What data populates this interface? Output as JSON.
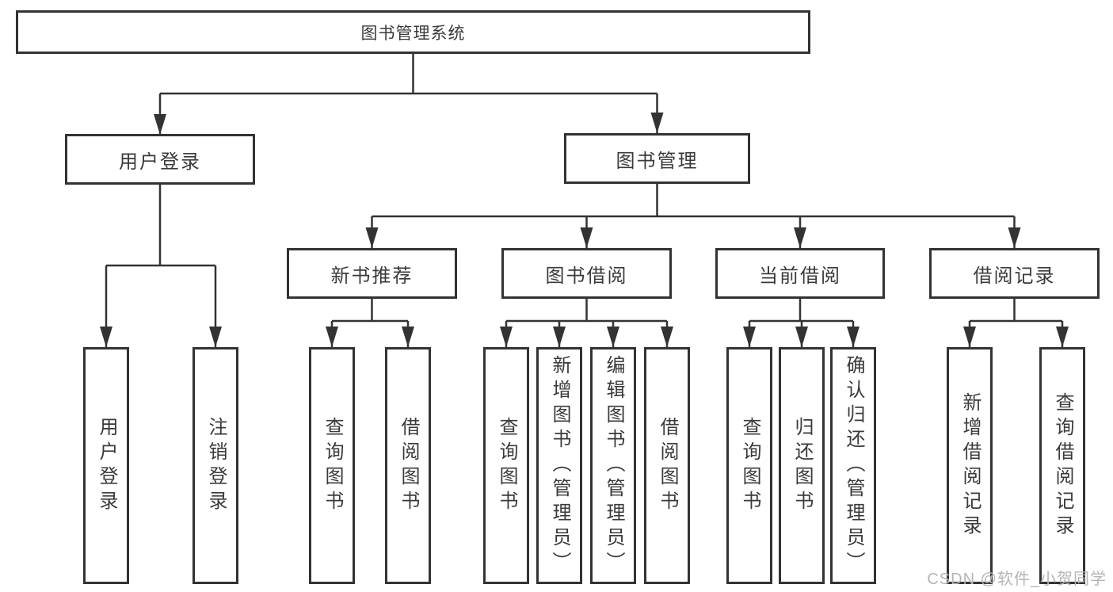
{
  "diagram": {
    "tree": {
      "root": "图书管理系统",
      "branches": [
        {
          "label": "用户登录",
          "leaves": [
            "用户登录",
            "注销登录"
          ]
        },
        {
          "label": "图书管理",
          "groups": [
            {
              "label": "新书推荐",
              "leaves": [
                "查询图书",
                "借阅图书"
              ]
            },
            {
              "label": "图书借阅",
              "leaves": [
                "查询图书",
                "新增图书（管理员）",
                "编辑图书（管理员）",
                "借阅图书"
              ]
            },
            {
              "label": "当前借阅",
              "leaves": [
                "查询图书",
                "归还图书",
                "确认归还（管理员）"
              ]
            },
            {
              "label": "借阅记录",
              "leaves": [
                "新增借阅记录",
                "查询借阅记录"
              ]
            }
          ]
        }
      ]
    },
    "colors": {
      "line": "#333333",
      "border": "#333333",
      "text": "#3a3a3a",
      "box_background": "#ffffff",
      "page_background": "#ffffff",
      "watermark": "#b5b5b5"
    }
  },
  "watermark": {
    "text": "CSDN @软件_小贺同学"
  }
}
